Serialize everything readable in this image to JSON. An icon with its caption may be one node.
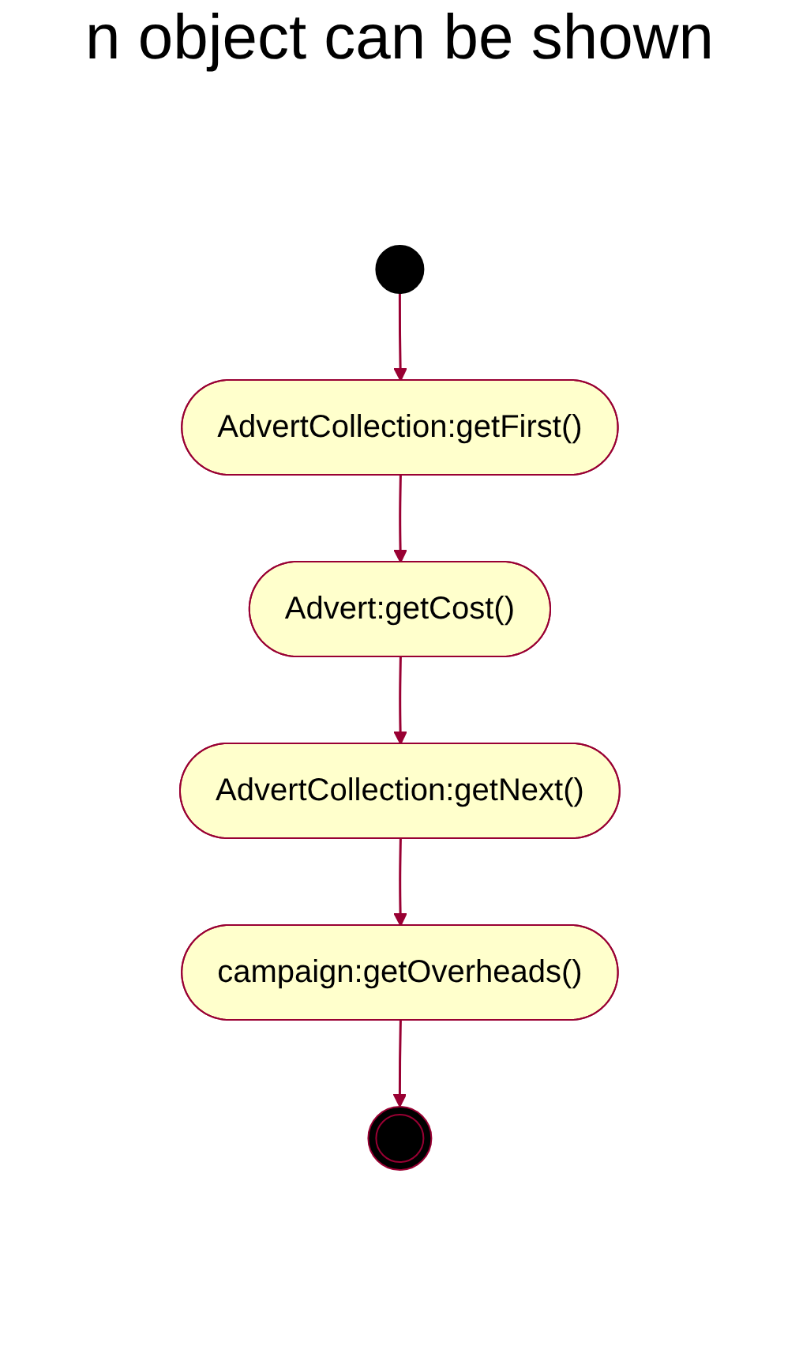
{
  "diagram": {
    "nodes": [
      {
        "text": [],
        "shape": "circle"
      },
      {
        "text": [
          "AdvertCollection:getFirst()"
        ]
      },
      {
        "text": [
          "Advert:getCost()"
        ]
      },
      {
        "text": [
          "AdvertCollection:getNext()"
        ]
      },
      {
        "text": [
          "campaign:getOverheads()"
        ]
      },
      {
        "text": [],
        "shape": "bullseye"
      }
    ],
    "edges": [
      {
        "from": 0,
        "to": 1,
        "arrow": "to"
      },
      {
        "from": 1,
        "to": 2,
        "arrow": "to"
      },
      {
        "from": 2,
        "to": 3,
        "arrow": "to"
      },
      {
        "from": 3,
        "to": 4,
        "arrow": "to"
      },
      {
        "from": 4,
        "to": 5,
        "arrow": "to"
      }
    ],
    "labels": [
      "n object can be shown"
    ]
  }
}
